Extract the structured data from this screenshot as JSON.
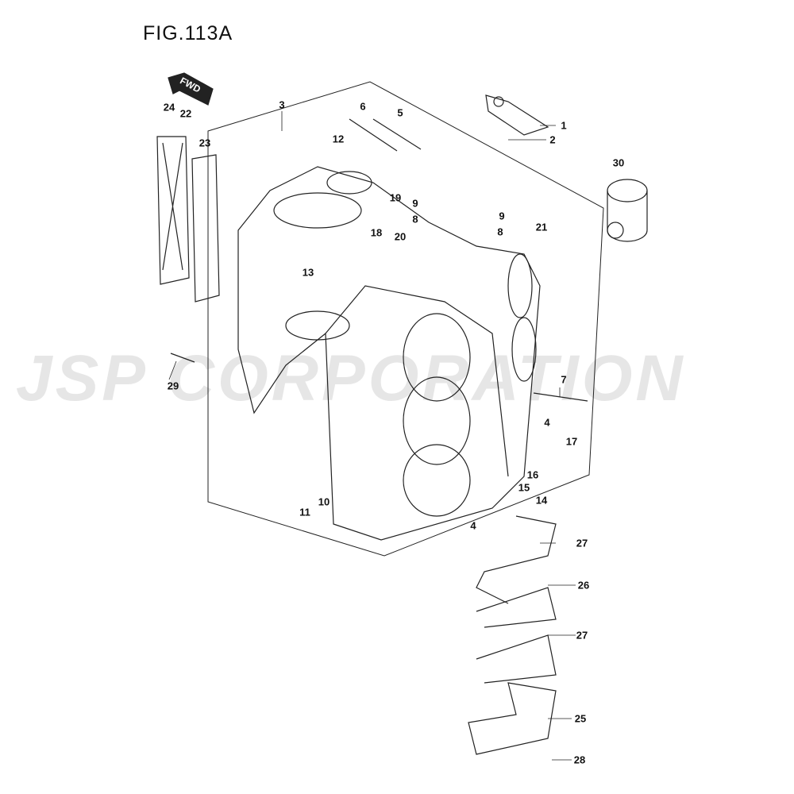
{
  "title": "FIG.113A",
  "fwd_label": "FWD",
  "watermark": "JSP CORPORATION",
  "labels": [
    "1",
    "2",
    "3",
    "4",
    "4",
    "5",
    "6",
    "7",
    "8",
    "8",
    "9",
    "9",
    "10",
    "11",
    "12",
    "13",
    "14",
    "15",
    "16",
    "17",
    "18",
    "19",
    "20",
    "21",
    "22",
    "23",
    "24",
    "25",
    "26",
    "27",
    "27",
    "28",
    "29",
    "30"
  ]
}
